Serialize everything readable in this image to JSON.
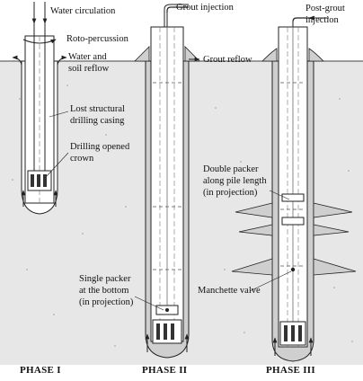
{
  "phase1": {
    "water_circulation": "Water circulation",
    "roto_percussion": "Roto-percussion",
    "water_reflow": [
      "Water and",
      "soil reflow"
    ],
    "lost_casing": [
      "Lost structural",
      "drilling casing"
    ],
    "opened_crown": [
      "Drilling opened",
      "crown"
    ],
    "title": "PHASE I"
  },
  "phase2": {
    "grout_injection": "Grout injection",
    "grout_reflow": "Grout reflow",
    "single_packer": [
      "Single packer",
      "at the bottom",
      "(in projection)"
    ],
    "title": "PHASE II"
  },
  "phase3": {
    "post_grout": [
      "Post-grout",
      "injection"
    ],
    "double_packer": [
      "Double packer",
      "along pile length",
      "(in projection)"
    ],
    "manchette": "Manchette valve",
    "title": "PHASE III"
  },
  "colors": {
    "soil": "#e7e7e7",
    "grout": "#cfcfcf",
    "casing": "#ffffff",
    "line": "#222222"
  }
}
